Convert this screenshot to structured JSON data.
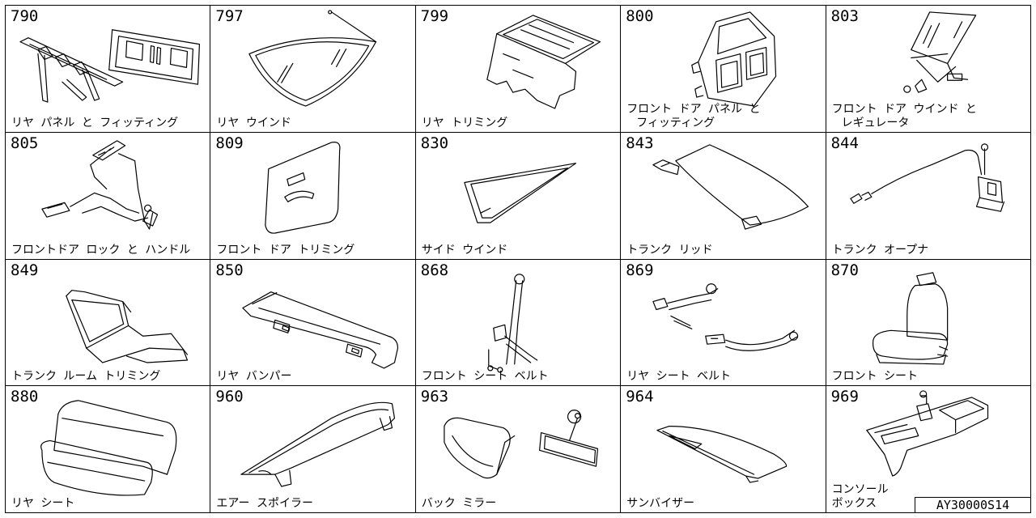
{
  "catalog": {
    "reference_code": "AY30000S14",
    "items": [
      {
        "code": "790",
        "label": [
          "リヤ パネル と フィッティング"
        ],
        "icon": "rear-panel-fitting-icon"
      },
      {
        "code": "797",
        "label": [
          "リヤ ウインド"
        ],
        "icon": "rear-window-icon"
      },
      {
        "code": "799",
        "label": [
          "リヤ トリミング"
        ],
        "icon": "rear-trimming-icon"
      },
      {
        "code": "800",
        "label": [
          "フロント ドア パネル と",
          "フィッティング"
        ],
        "icon": "front-door-panel-icon"
      },
      {
        "code": "803",
        "label": [
          "フロント ドア ウインド と",
          "レギュレータ"
        ],
        "icon": "front-door-window-regulator-icon"
      },
      {
        "code": "805",
        "label": [
          "フロントドア ロック と ハンドル"
        ],
        "icon": "front-door-lock-handle-icon"
      },
      {
        "code": "809",
        "label": [
          "フロント ドア トリミング"
        ],
        "icon": "front-door-trimming-icon"
      },
      {
        "code": "830",
        "label": [
          "サイド ウインド"
        ],
        "icon": "side-window-icon"
      },
      {
        "code": "843",
        "label": [
          "トランク リッド"
        ],
        "icon": "trunk-lid-icon"
      },
      {
        "code": "844",
        "label": [
          "トランク オープナ"
        ],
        "icon": "trunk-opener-icon"
      },
      {
        "code": "849",
        "label": [
          "トランク ルーム トリミング"
        ],
        "icon": "trunk-room-trimming-icon"
      },
      {
        "code": "850",
        "label": [
          "リヤ バンパー"
        ],
        "icon": "rear-bumper-icon"
      },
      {
        "code": "868",
        "label": [
          "フロント シート ベルト"
        ],
        "icon": "front-seat-belt-icon"
      },
      {
        "code": "869",
        "label": [
          "リヤ シート ベルト"
        ],
        "icon": "rear-seat-belt-icon"
      },
      {
        "code": "870",
        "label": [
          "フロント シート"
        ],
        "icon": "front-seat-icon"
      },
      {
        "code": "880",
        "label": [
          "リヤ シート"
        ],
        "icon": "rear-seat-icon"
      },
      {
        "code": "960",
        "label": [
          "エアー スポイラー"
        ],
        "icon": "air-spoiler-icon"
      },
      {
        "code": "963",
        "label": [
          "バック ミラー"
        ],
        "icon": "back-mirror-icon"
      },
      {
        "code": "964",
        "label": [
          "サンバイザー"
        ],
        "icon": "sun-visor-icon"
      },
      {
        "code": "969",
        "label": [
          "コンソール",
          "ボックス"
        ],
        "icon": "console-box-icon"
      }
    ]
  }
}
